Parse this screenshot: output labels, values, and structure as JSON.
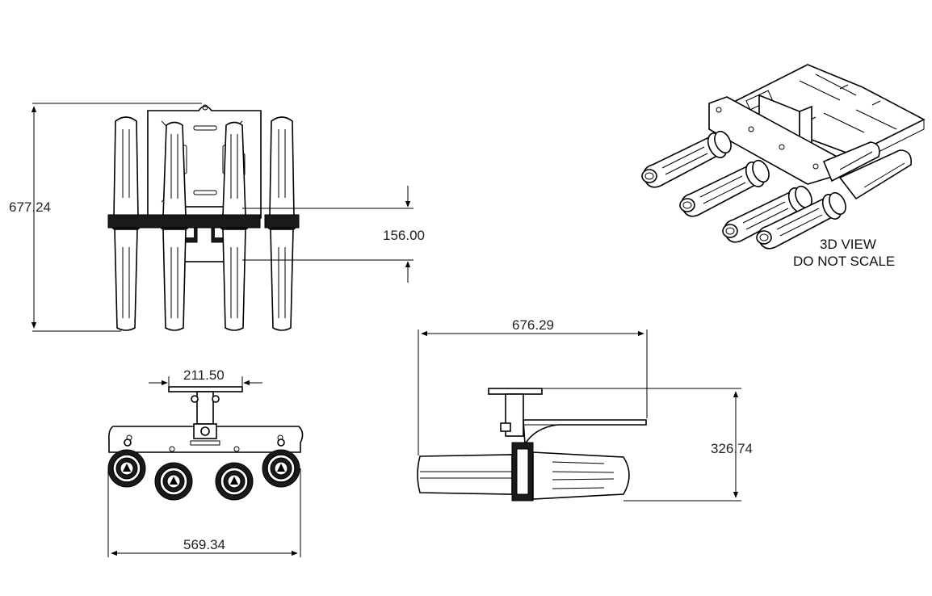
{
  "drawing": {
    "dimensions": {
      "front_height": "677.24",
      "bracket_offset": "156.00",
      "top_plate_width": "211.50",
      "overall_width": "569.34",
      "side_length": "676.29",
      "side_height": "326.74"
    },
    "notes": {
      "view_label": "3D VIEW",
      "scale_note": "DO NOT SCALE"
    }
  }
}
